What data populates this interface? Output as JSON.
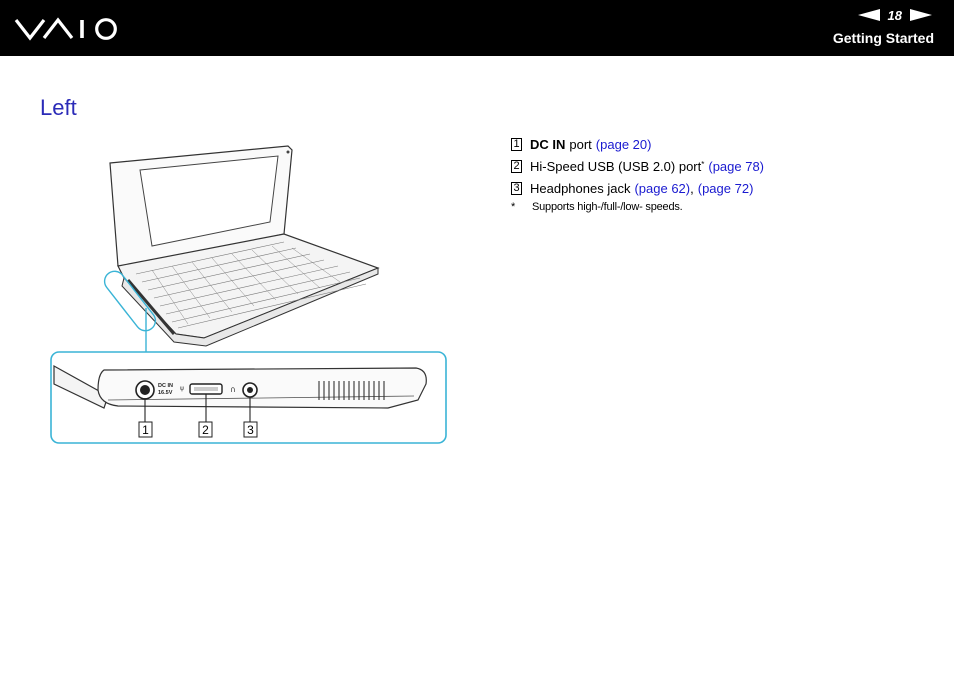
{
  "header": {
    "brand": "VAIO",
    "page_number": "18",
    "section_title": "Getting Started"
  },
  "page": {
    "title": "Left"
  },
  "figure": {
    "callouts": [
      "1",
      "2",
      "3"
    ],
    "port_labels": [
      "DC IN",
      "16.5V"
    ]
  },
  "items": [
    {
      "number": "1",
      "bold": "DC IN",
      "text": "port",
      "links": [
        "(page 20)"
      ]
    },
    {
      "number": "2",
      "text": "Hi-Speed USB (USB 2.0) port",
      "sup": "*",
      "links": [
        "(page 78)"
      ]
    },
    {
      "number": "3",
      "text": "Headphones jack",
      "links": [
        "(page 62)",
        "(page 72)"
      ],
      "sep": ","
    }
  ],
  "footnote": {
    "mark": "*",
    "text": "Supports high-/full-/low- speeds."
  },
  "colors": {
    "header_bg": "#000000",
    "title": "#2b2bb8",
    "link": "#1a1ad0",
    "callout": "#3ab4d6"
  }
}
